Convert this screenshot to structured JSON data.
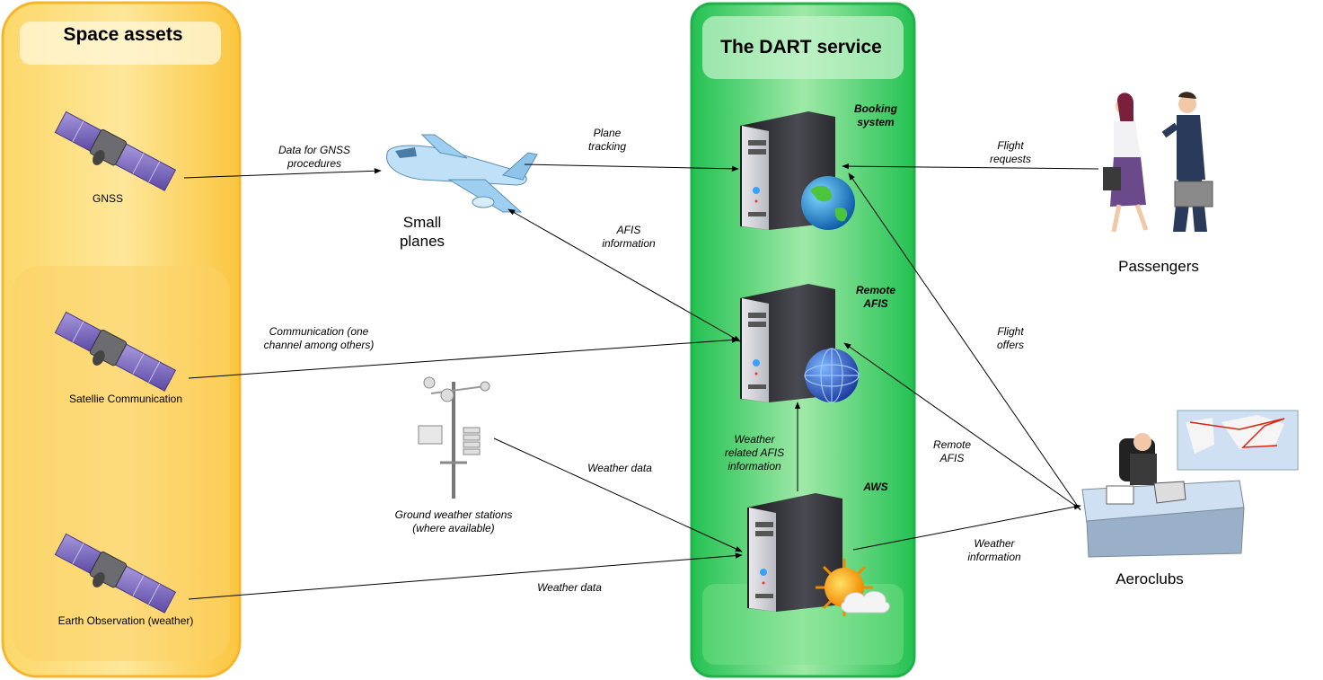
{
  "panels": {
    "space_assets": "Space assets",
    "dart_service": "The DART service"
  },
  "satellites": {
    "gnss": "GNSS",
    "satcom": "Satellie Communication",
    "eo": "Earth Observation (weather)"
  },
  "servers": {
    "booking": [
      "Booking",
      "system"
    ],
    "remote_afis": [
      "Remote",
      "AFIS"
    ],
    "aws": "AWS"
  },
  "actors": {
    "small_planes": [
      "Small",
      "planes"
    ],
    "passengers": "Passengers",
    "aeroclubs": "Aeroclubs",
    "ground_stations": [
      "Ground weather stations",
      "(where available)"
    ]
  },
  "flows": {
    "gnss_data": [
      "Data for GNSS",
      "procedures"
    ],
    "plane_tracking": [
      "Plane",
      "tracking"
    ],
    "afis_info": [
      "AFIS",
      "information"
    ],
    "communication": [
      "Communication (one",
      "channel among others)"
    ],
    "flight_requests": [
      "Flight",
      "requests"
    ],
    "flight_offers": [
      "Flight",
      "offers"
    ],
    "remote_afis": [
      "Remote",
      "AFIS"
    ],
    "weather_related": [
      "Weather",
      "related AFIS",
      "information"
    ],
    "weather_data_ground": "Weather data",
    "weather_data_eo": "Weather data",
    "weather_information": [
      "Weather",
      "information"
    ]
  },
  "colors": {
    "space_panel": "#fbc640",
    "dart_panel": "#2ec95c",
    "satellite_panel": "#8b78c8",
    "server_body": "#2e2e33"
  }
}
